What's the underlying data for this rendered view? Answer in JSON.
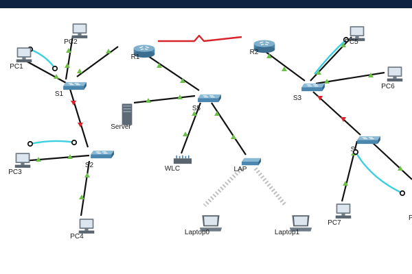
{
  "colors": {
    "header": "#0e2241",
    "ethernet": "#111111",
    "serial": "#d8232a",
    "console": "#3ad0e0",
    "wireless": "#bdbdbd",
    "port_up": "#6cc04a",
    "port_down": "#d8232a"
  },
  "devices": {
    "R1": "R1",
    "R2": "R2",
    "S1": "S1",
    "S2": "S2",
    "S3": "S3",
    "S5": "S5",
    "S4": "S",
    "PC1": "PC1",
    "PC2": "PC2",
    "PC3": "PC3",
    "PC4": "PC4",
    "PC5": "PC5",
    "PC6": "PC6",
    "PC7": "PC7",
    "PC8": "P",
    "Server": "Server",
    "WLC": "WLC",
    "LAP": "LAP",
    "Laptop0": "Laptop0",
    "Laptop1": "Laptop1"
  },
  "icons": {
    "router": "router-icon",
    "switch": "switch-icon",
    "pc": "pc-icon",
    "server": "server-icon",
    "wlc": "wlc-icon",
    "ap": "access-point-icon",
    "laptop": "laptop-icon"
  }
}
